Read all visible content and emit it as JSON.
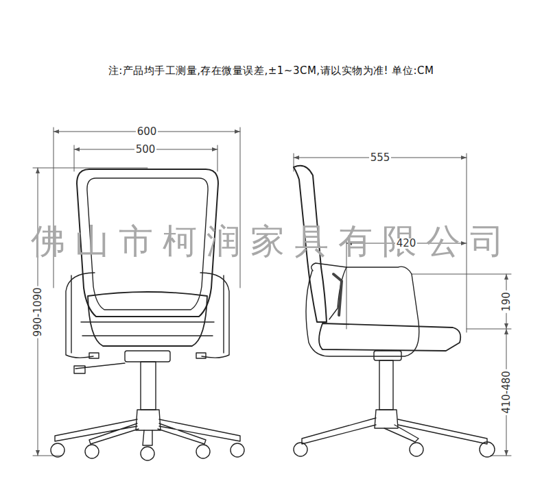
{
  "diagram": {
    "labels": [
      "注:产品均手工测量,存在微量误差,±1~3CM,请以实物为准! 单位:CM",
      "600",
      "500",
      "555",
      "佛山市柯润家具有限公司",
      "990-1090",
      "420",
      "190",
      "410-480"
    ]
  }
}
